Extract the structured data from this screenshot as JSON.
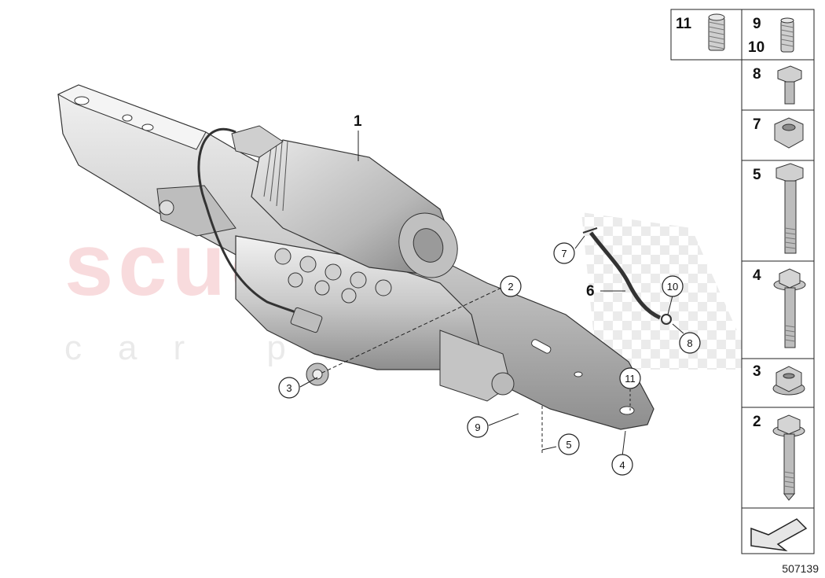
{
  "watermark": {
    "main": "scuderia",
    "sub": "car parts"
  },
  "reference_number": "507139",
  "main_labels": {
    "assembly": "1",
    "cable": "6"
  },
  "callouts": {
    "c2": "2",
    "c3": "3",
    "c4": "4",
    "c5": "5",
    "c7": "7",
    "c8": "8",
    "c9": "9",
    "c10": "10",
    "c11": "11"
  },
  "legend": {
    "top_left": "11",
    "top_right_a": "9",
    "top_right_b": "10",
    "rows": [
      "8",
      "7",
      "5",
      "4",
      "3",
      "2"
    ]
  },
  "icons": {
    "nav": "arrow-icon",
    "parts": [
      "sleeve-icon",
      "bolt-icon",
      "nut-icon"
    ]
  },
  "colors": {
    "line": "#222222",
    "part_fill": "#d9d9d9",
    "part_dark": "#8c8c8c",
    "watermark": "#e15a64"
  }
}
